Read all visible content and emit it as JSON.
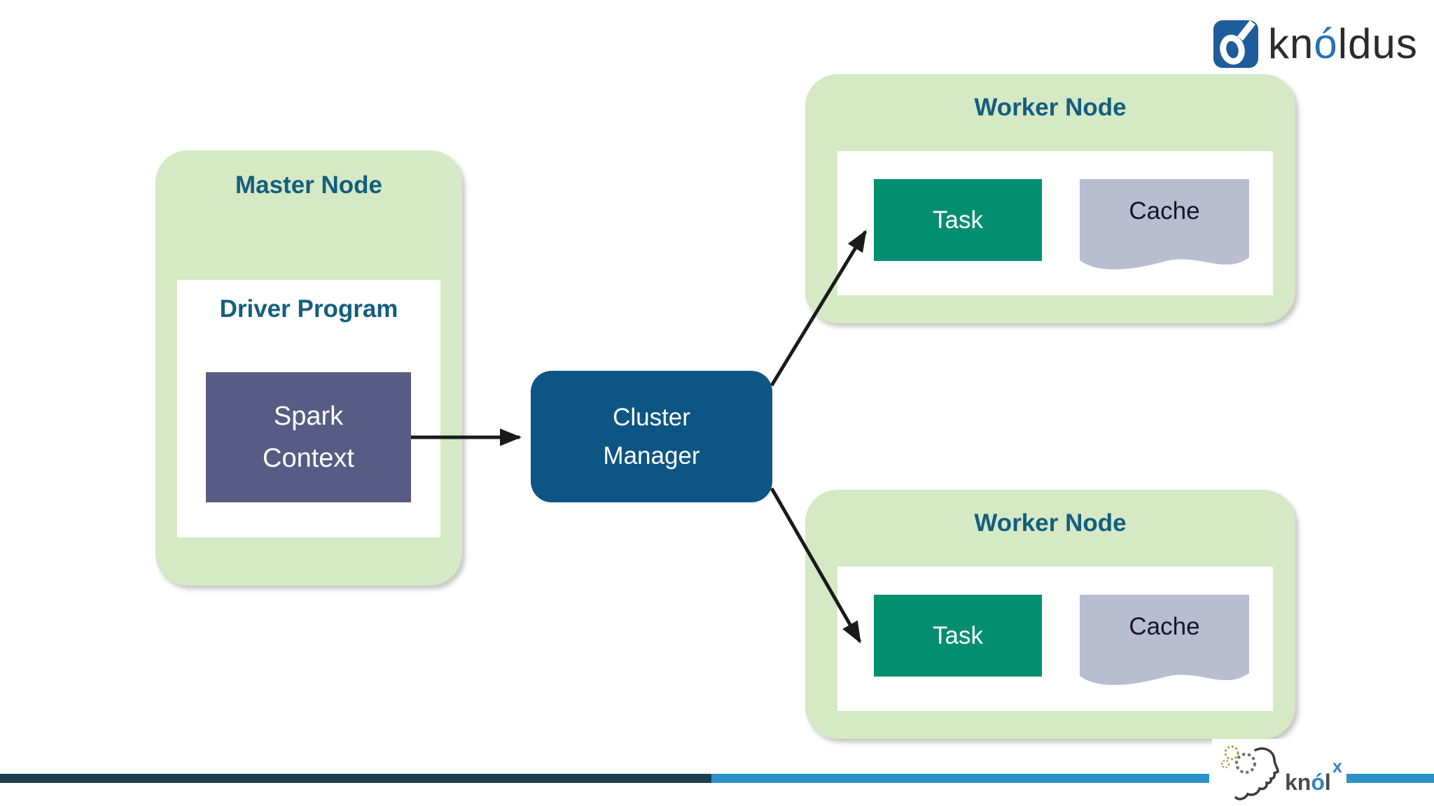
{
  "header": {
    "brand": {
      "name": "knoldus",
      "text_pre": "kn",
      "text_accent": "ó",
      "text_post": "ldus"
    }
  },
  "diagram": {
    "master": {
      "title": "Master Node",
      "driver_title": "Driver Program",
      "spark_context_line1": "Spark",
      "spark_context_line2": "Context"
    },
    "cluster_manager": {
      "line1": "Cluster",
      "line2": "Manager"
    },
    "workers": [
      {
        "title": "Worker Node",
        "task_label": "Task",
        "cache_label": "Cache"
      },
      {
        "title": "Worker Node",
        "task_label": "Task",
        "cache_label": "Cache"
      }
    ]
  },
  "footer": {
    "knolx": {
      "text_pre": "kn",
      "text_accent": "ó",
      "text_post": "l",
      "superscript": "x"
    }
  },
  "colors": {
    "node_fill": "#d5e9c5",
    "node_title_text": "#145e7e",
    "spark_context_fill": "#585c84",
    "cluster_manager_fill": "#0d5584",
    "task_fill": "#048e70",
    "cache_fill": "#b9bdd0",
    "cache_text": "#15152b",
    "arrow": "#1a1a1a",
    "bar_dark": "#1c3f51",
    "bar_light": "#2b91c8",
    "brand_square_blue": "#1e5c9c",
    "brand_accent_blue": "#2673b5",
    "knolx_accent_blue": "#2e86c1"
  }
}
